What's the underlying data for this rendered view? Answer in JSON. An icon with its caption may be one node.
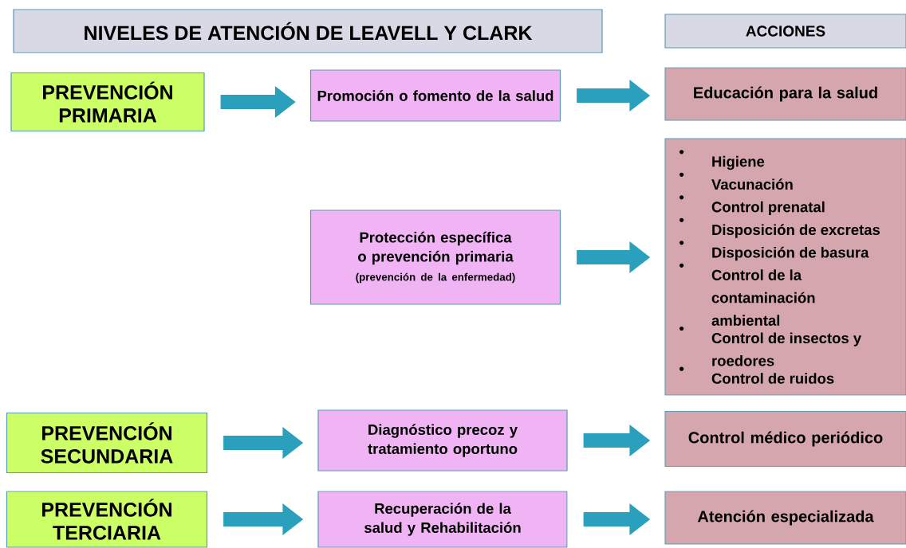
{
  "diagram": {
    "title": "NIVELES DE ATENCIÓN DE LEAVELL Y CLARK",
    "nodes": [
      {
        "text": [
          "ACCIONES"
        ]
      },
      {
        "text": [
          "PREVENCIÓN PRIMARIA"
        ]
      },
      {
        "text": [
          "Promoción o fomento de la salud"
        ]
      },
      {
        "text": [
          "Educación para la salud"
        ]
      },
      {
        "text": [
          "Protección específica o prevención primaria",
          "(prevención de la enfermedad)"
        ]
      },
      {
        "text": [
          "Higiene",
          "Vacunación",
          "Control prenatal",
          "Disposición de excretas",
          "Disposición de basura",
          "Control de la contaminación ambiental",
          "Control de insectos y roedores",
          "Control de ruidos"
        ]
      },
      {
        "text": [
          "PREVENCIÓN SECUNDARIA"
        ]
      },
      {
        "text": [
          "Diagnóstico precoz y tratamiento oportuno"
        ]
      },
      {
        "text": [
          "Control médico periódico"
        ]
      },
      {
        "text": [
          "PREVENCIÓN TERCIARIA"
        ]
      },
      {
        "text": [
          "Recuperación de la salud y Rehabilitación"
        ]
      },
      {
        "text": [
          "Atención especializada"
        ]
      }
    ],
    "edges": [
      {
        "from": 1,
        "to": 2,
        "arrow": "to"
      },
      {
        "from": 2,
        "to": 3,
        "arrow": "to"
      },
      {
        "from": 4,
        "to": 5,
        "arrow": "to"
      },
      {
        "from": 6,
        "to": 7,
        "arrow": "to"
      },
      {
        "from": 7,
        "to": 8,
        "arrow": "to"
      },
      {
        "from": 9,
        "to": 10,
        "arrow": "to"
      },
      {
        "from": 10,
        "to": 11,
        "arrow": "to"
      }
    ]
  }
}
